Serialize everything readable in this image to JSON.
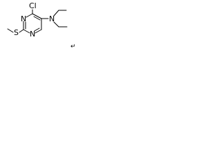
{
  "molecule": {
    "atoms": {
      "chlorine": "Cl",
      "ring_nitrogen_top": "N",
      "ring_nitrogen_bottom": "N",
      "amine_nitrogen": "N",
      "sulfur": "S"
    },
    "paragraph_mark": "↵"
  },
  "colors": {
    "ink": "#000000",
    "background": "#ffffff"
  }
}
